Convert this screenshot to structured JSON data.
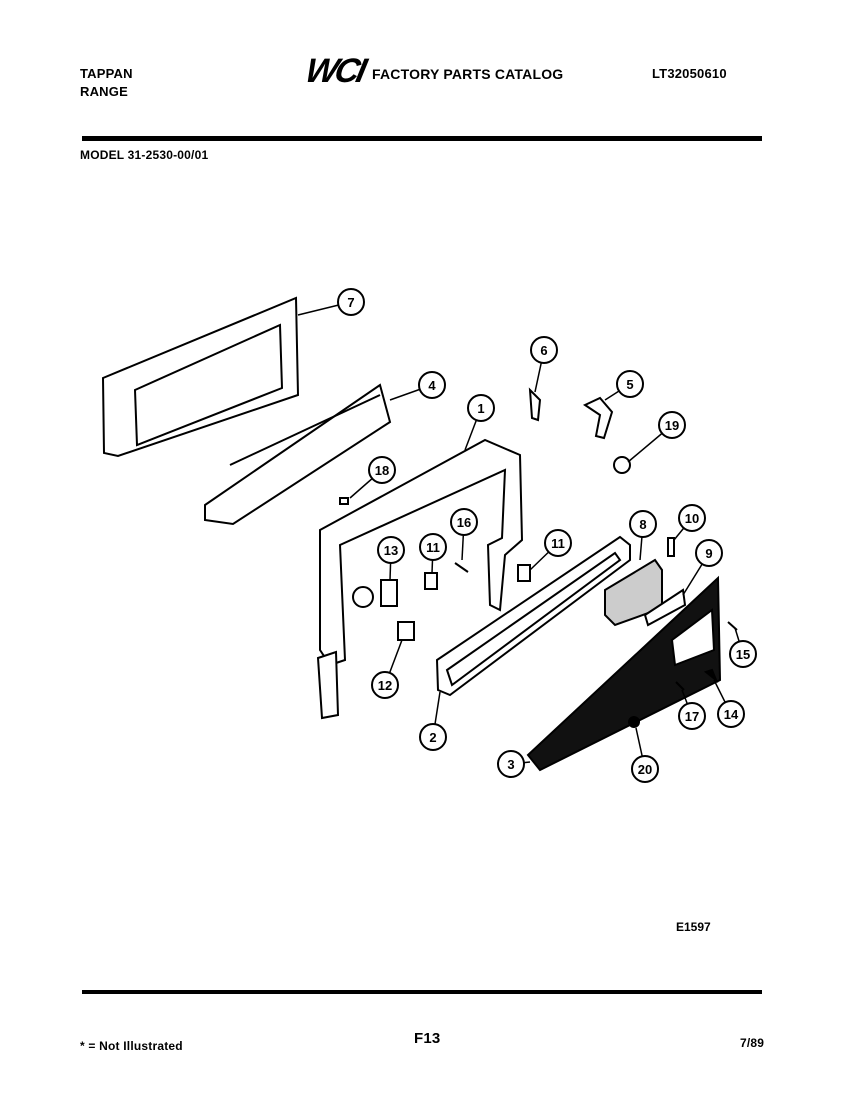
{
  "header": {
    "brand": "TAPPAN",
    "product": "RANGE",
    "logo": "WCI",
    "catalog_title": "FACTORY PARTS CATALOG",
    "catalog_number": "LT32050610",
    "model": "MODEL 31-2530-00/01"
  },
  "diagram": {
    "drawing_id": "E1597",
    "callouts": [
      "7",
      "4",
      "1",
      "6",
      "5",
      "19",
      "18",
      "16",
      "11",
      "13",
      "11",
      "8",
      "10",
      "9",
      "15",
      "14",
      "17",
      "12",
      "2",
      "3",
      "20"
    ]
  },
  "footer": {
    "note": "* = Not Illustrated",
    "page": "F13",
    "date": "7/89"
  }
}
